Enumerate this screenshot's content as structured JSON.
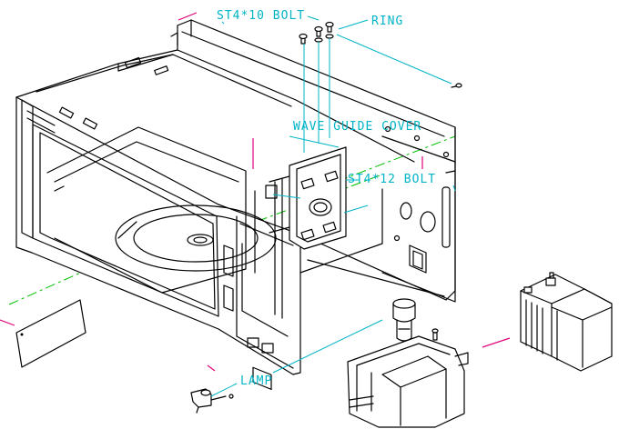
{
  "labels": {
    "st4_10_bolt": "ST4*10 BOLT",
    "ring": "RING",
    "wave_guide_cover": "WAVE GUIDE COVER",
    "st4_12_bolt": "ST4*12 BOLT",
    "lamp": "LAMP"
  },
  "colors": {
    "background": "#ffffff",
    "linework": "#000000",
    "callout_text": "#00b4c8",
    "leader_line": "#00b4c8",
    "assembly_axis": "#00c000",
    "marker": "#e0007a"
  }
}
